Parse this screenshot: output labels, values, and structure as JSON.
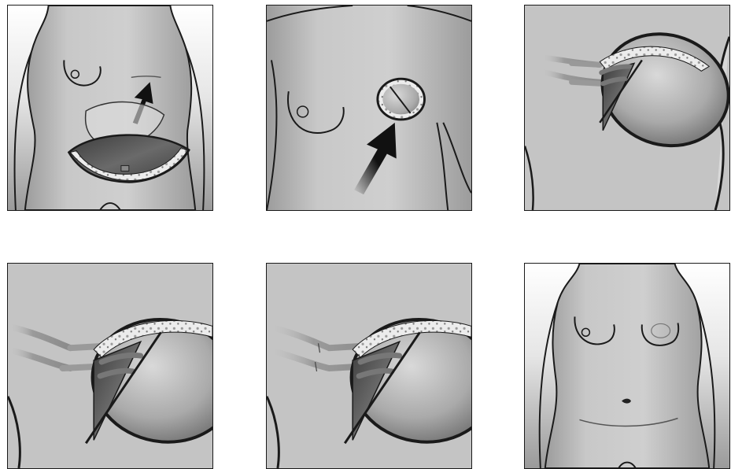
{
  "figure": {
    "panels": [
      {
        "id": "step-1",
        "depicts": "abdominal-flap-harvest"
      },
      {
        "id": "step-2",
        "depicts": "flap-placed-in-breast-pocket"
      },
      {
        "id": "step-3",
        "depicts": "vessel-alignment"
      },
      {
        "id": "step-4",
        "depicts": "microvascular-anastomosis"
      },
      {
        "id": "step-5",
        "depicts": "completed-anastomosis"
      },
      {
        "id": "step-6",
        "depicts": "healed-result"
      }
    ],
    "colors": {
      "outline": "#1a1a1a",
      "skin_light": "#d6d6d6",
      "skin_mid": "#bdbdbd",
      "skin_dark": "#8e8e8e",
      "flap_inner_dark": "#555555",
      "flap_rim": "#e8e8e8",
      "arrow": "#111111"
    }
  }
}
